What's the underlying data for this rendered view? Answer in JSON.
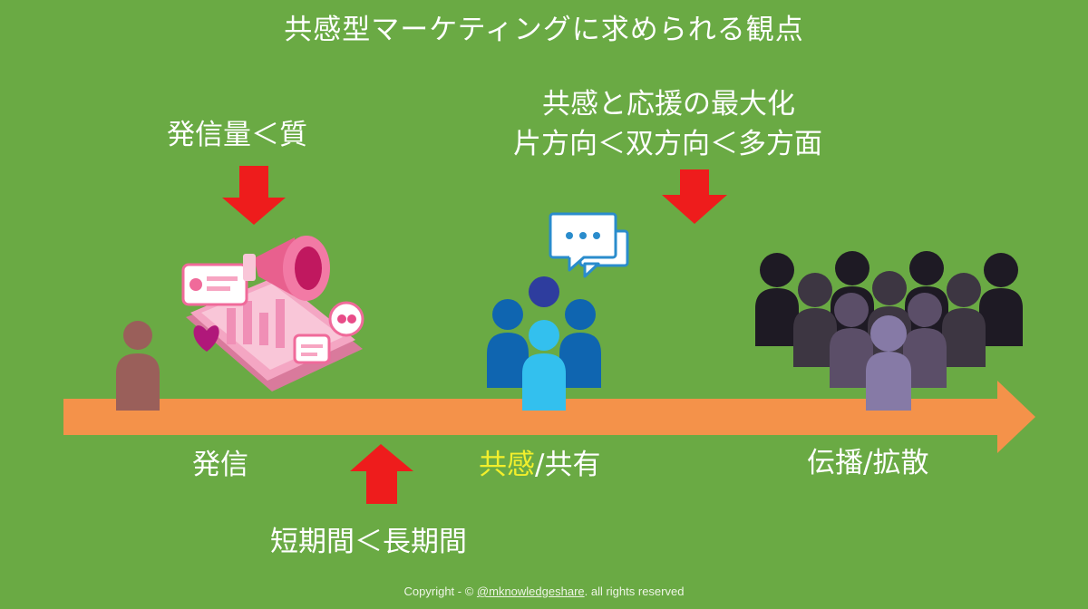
{
  "title": "共感型マーケティングに求められる観点",
  "labels": {
    "quality": "発信量＜質",
    "empathy_line1": "共感と応援の最大化",
    "empathy_line2": "片方向＜双方向＜多方面",
    "period": "短期間＜長期間"
  },
  "stages": {
    "send": "発信",
    "empathy_highlight": "共感",
    "empathy_rest": "/共有",
    "spread": "伝播/拡散"
  },
  "copyright": {
    "prefix": "Copyright - © ",
    "handle": "@mknowledgeshare",
    "suffix": ". all rights reserved"
  },
  "colors": {
    "background": "#6aaa44",
    "timeline_arrow": "#f4924a",
    "red_arrows": "#ee1c1c",
    "highlight_text": "#f2ef2c"
  },
  "icons": [
    "single-person-icon",
    "megaphone-smartphone-illustration",
    "chat-bubbles-icon",
    "group-of-people-icon",
    "crowd-icon"
  ]
}
